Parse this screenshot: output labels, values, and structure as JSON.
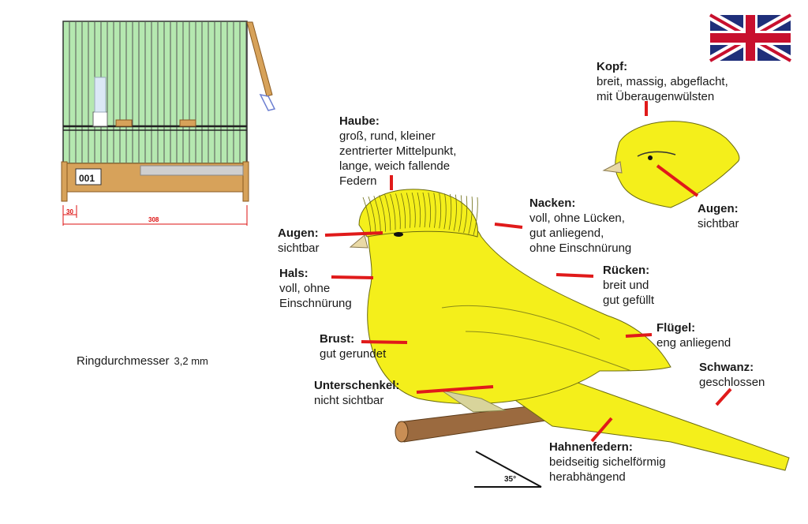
{
  "cage": {
    "number": "001",
    "dim_small": "30",
    "dim_width": "308"
  },
  "ring": {
    "label": "Ringdurchmesser",
    "value": "3,2 mm"
  },
  "angle": "35°",
  "colors": {
    "bird": "#f4ef1b",
    "leader": "#e01a1a",
    "cage_bars": "#b5e8b0",
    "wood": "#d7a25a",
    "perch": "#9b6a3f"
  },
  "flag_icon": "union-jack-icon",
  "labels": {
    "haube": {
      "title": "Haube:",
      "lines": [
        "groß, rund, kleiner",
        "zentrierter Mittelpunkt,",
        "lange, weich fallende",
        "Federn"
      ]
    },
    "kopf": {
      "title": "Kopf:",
      "lines": [
        "breit, massig, abgeflacht,",
        "mit Überaugenwülsten"
      ]
    },
    "augen_left": {
      "title": "Augen:",
      "lines": [
        "sichtbar"
      ]
    },
    "augen_right": {
      "title": "Augen:",
      "lines": [
        "sichtbar"
      ]
    },
    "nacken": {
      "title": "Nacken:",
      "lines": [
        "voll, ohne Lücken,",
        "gut anliegend,",
        "ohne Einschnürung"
      ]
    },
    "hals": {
      "title": "Hals:",
      "lines": [
        "voll, ohne",
        "Einschnürung"
      ]
    },
    "ruecken": {
      "title": "Rücken:",
      "lines": [
        "breit und",
        "gut gefüllt"
      ]
    },
    "brust": {
      "title": "Brust:",
      "lines": [
        "gut gerundet"
      ]
    },
    "fluegel": {
      "title": "Flügel:",
      "lines": [
        "eng anliegend"
      ]
    },
    "schwanz": {
      "title": "Schwanz:",
      "lines": [
        "geschlossen"
      ]
    },
    "unterschenkel": {
      "title": "Unterschenkel:",
      "lines": [
        "nicht sichtbar"
      ]
    },
    "hahnenfedern": {
      "title": "Hahnenfedern:",
      "lines": [
        "beidseitig sichelförmig",
        "herabhängend"
      ]
    }
  }
}
